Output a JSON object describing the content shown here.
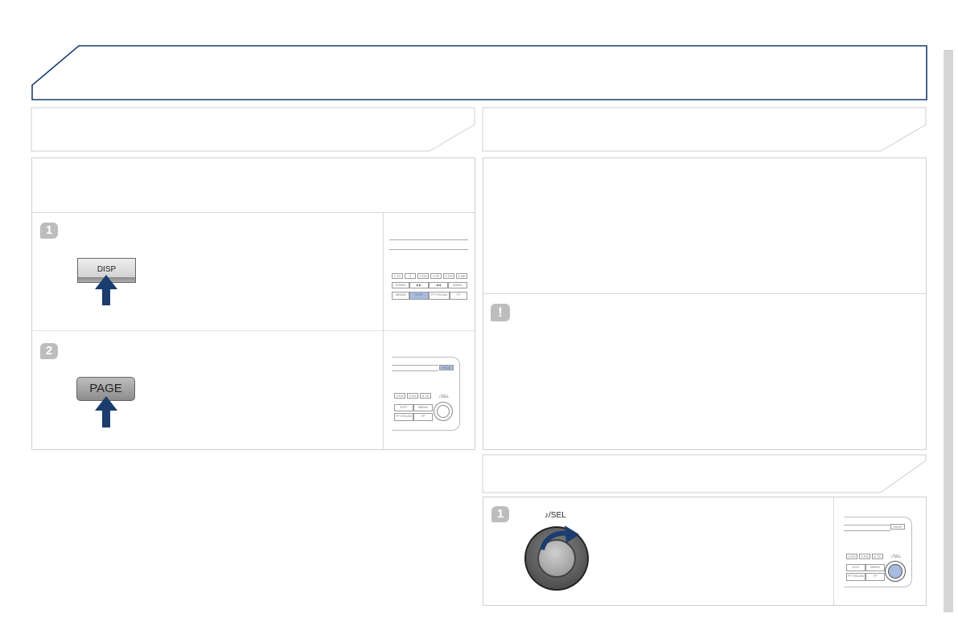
{
  "step1": "1",
  "step2": "2",
  "disp_button": "DISP",
  "page_button": "PAGE",
  "knob_label": "♪/SEL",
  "warning_icon": "!",
  "step_right": "1",
  "thumb1_keys": [
    "1 ST",
    "2 DGM",
    "3 FM",
    "4 SP",
    "5 FM",
    "6 ME"
  ],
  "thumb1_row2": [
    "SORIN",
    "▶▶",
    "◀◀",
    "MENU"
  ],
  "thumb1_row3": [
    "MEDIA",
    "DISP",
    "PTY/SCAN",
    "TP"
  ],
  "thumb2_keys": [
    "4 FM",
    "5 FM",
    "6 TE"
  ],
  "thumb2_row2": [
    "EXIT",
    "MENU"
  ],
  "thumb2_row3": [
    "PTY/SCAN",
    "TP"
  ],
  "thumb2_page": "PAGE",
  "thumb2_sel": "♪/SEL",
  "colors": {
    "accent": "#1a3d6e",
    "border": "#cfcfcf",
    "step": "#bdbdbd",
    "highlight": "#a9bbe0"
  }
}
